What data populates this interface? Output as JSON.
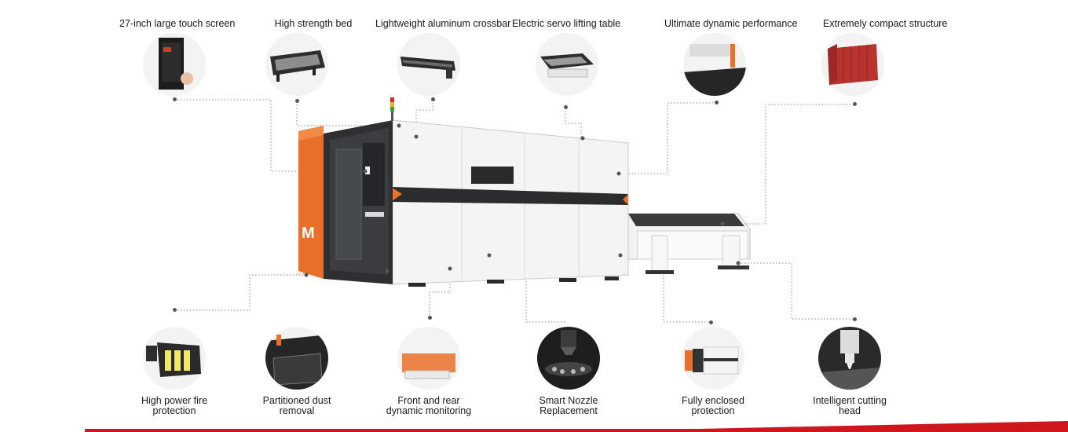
{
  "features_top": [
    {
      "id": "touch-screen",
      "label": "27-inch large touch screen",
      "icon": "touch-screen-icon"
    },
    {
      "id": "bed",
      "label": "High strength bed",
      "icon": "bed-icon"
    },
    {
      "id": "crossbar",
      "label": "Lightweight aluminum crossbar",
      "icon": "crossbar-icon"
    },
    {
      "id": "lifting-table",
      "label": "Electric servo lifting table",
      "icon": "lifting-table-icon"
    },
    {
      "id": "dynamic",
      "label": "Ultimate dynamic performance",
      "icon": "dynamic-performance-icon"
    },
    {
      "id": "compact",
      "label": "Extremely compact structure",
      "icon": "container-icon"
    }
  ],
  "features_bottom": [
    {
      "id": "fire",
      "label": "High power fire protection",
      "icon": "fire-protection-icon"
    },
    {
      "id": "dust",
      "label": "Partitioned dust removal",
      "icon": "dust-removal-icon"
    },
    {
      "id": "monitoring",
      "label": "Front and rear dynamic monitoring",
      "icon": "monitoring-icon"
    },
    {
      "id": "nozzle",
      "label": "Smart Nozzle Replacement",
      "icon": "nozzle-icon"
    },
    {
      "id": "enclosed",
      "label": "Fully enclosed protection",
      "icon": "enclosure-icon"
    },
    {
      "id": "head",
      "label": "Intelligent cutting head",
      "icon": "cutting-head-icon"
    }
  ],
  "colors": {
    "accent_orange": "#e8702a",
    "machine_dark": "#2e2e30",
    "machine_white": "#f4f4f4",
    "brand_red": "#d0161d"
  }
}
